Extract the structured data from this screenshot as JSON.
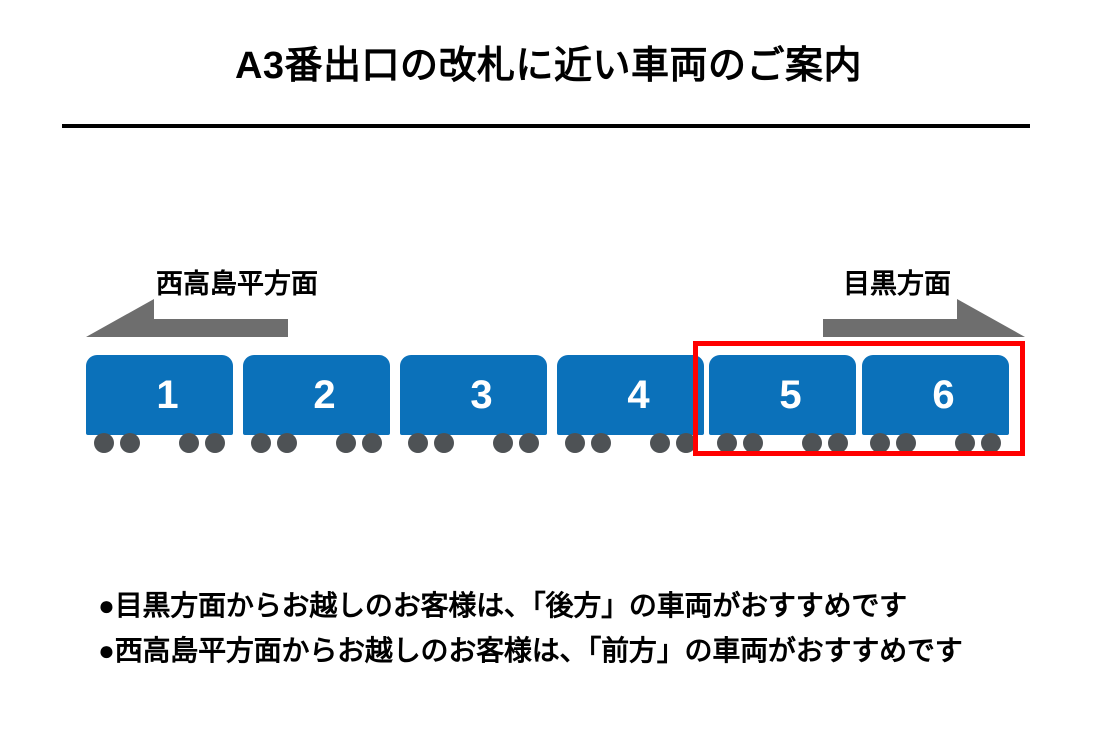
{
  "page": {
    "title": "A3番出口の改札に近い車両のご案内",
    "background_color": "#ffffff",
    "text_color": "#000000"
  },
  "colors": {
    "car_blue": "#0b71ba",
    "wheel_gray": "#4e5255",
    "arrow_gray": "#6e6e6e",
    "highlight_red": "#ff0000",
    "rule_black": "#000000"
  },
  "directions": {
    "left": {
      "label": "西高島平方面",
      "arrow_icon": "arrow-left-icon",
      "points": "left"
    },
    "right": {
      "label": "目黒方面",
      "arrow_icon": "arrow-right-icon",
      "points": "right"
    }
  },
  "train": {
    "cars": [
      {
        "number": "1",
        "highlighted": false
      },
      {
        "number": "2",
        "highlighted": false
      },
      {
        "number": "3",
        "highlighted": false
      },
      {
        "number": "4",
        "highlighted": false
      },
      {
        "number": "5",
        "highlighted": true
      },
      {
        "number": "6",
        "highlighted": true
      }
    ],
    "highlighted_cars": "5,6",
    "wheels_per_car": 4
  },
  "notes": [
    "●目黒方面からお越しのお客様は、「後方」の車両がおすすめです",
    "●西高島平方面からお越しのお客様は、「前方」の車両がおすすめです"
  ]
}
